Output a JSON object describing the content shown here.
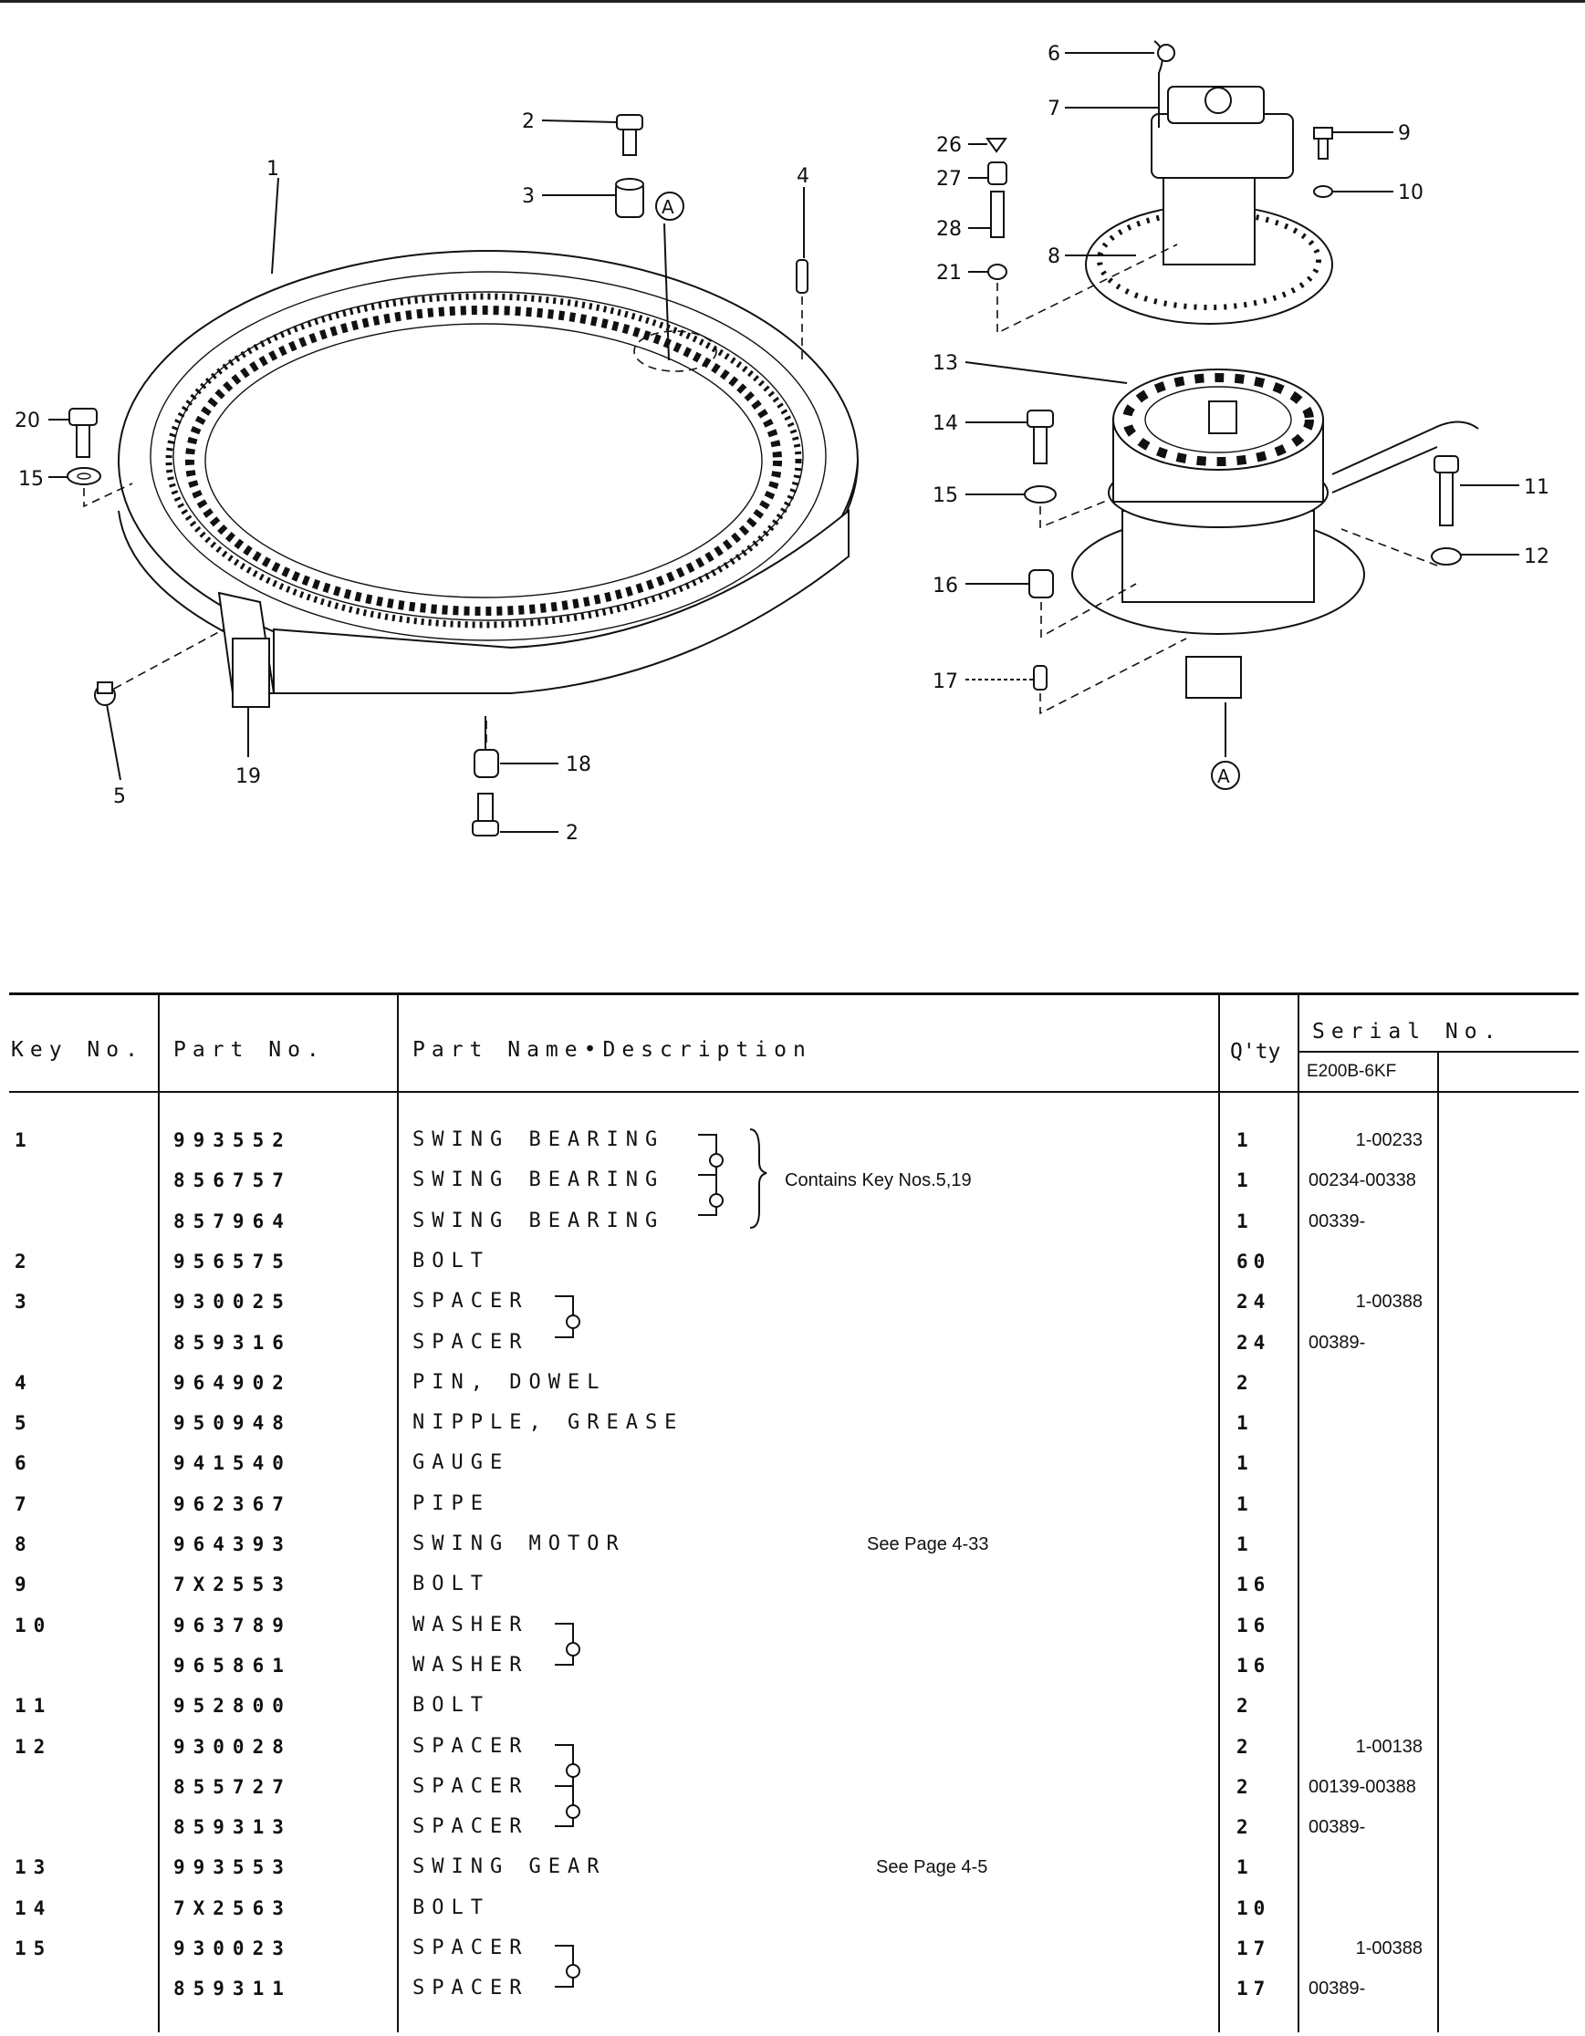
{
  "diagram": {
    "callouts": [
      "1",
      "2",
      "3",
      "4",
      "5",
      "6",
      "7",
      "8",
      "9",
      "10",
      "11",
      "12",
      "13",
      "14",
      "15",
      "16",
      "17",
      "18",
      "19",
      "20",
      "21",
      "26",
      "27",
      "28"
    ],
    "view_marker": "A"
  },
  "table": {
    "headers": {
      "key_no": "Key No.",
      "part_no": "Part No.",
      "description": "Part Name•Description",
      "qty": "Q'ty",
      "serial": "Serial No.",
      "serial_model": "E200B-6KF"
    },
    "rows": [
      {
        "key": "1",
        "part": "993552",
        "name": "SWING BEARING",
        "remark": "Contains Key Nos.5,19",
        "qty": "1",
        "serial": "1-00233"
      },
      {
        "key": "",
        "part": "856757",
        "name": "SWING BEARING",
        "remark": "",
        "qty": "1",
        "serial": "00234-00338"
      },
      {
        "key": "",
        "part": "857964",
        "name": "SWING BEARING",
        "remark": "",
        "qty": "1",
        "serial": "00339-"
      },
      {
        "key": "2",
        "part": "956575",
        "name": "BOLT",
        "remark": "",
        "qty": "60",
        "serial": ""
      },
      {
        "key": "3",
        "part": "930025",
        "name": "SPACER",
        "remark": "",
        "qty": "24",
        "serial": "1-00388"
      },
      {
        "key": "",
        "part": "859316",
        "name": "SPACER",
        "remark": "",
        "qty": "24",
        "serial": "00389-"
      },
      {
        "key": "4",
        "part": "964902",
        "name": "PIN, DOWEL",
        "remark": "",
        "qty": "2",
        "serial": ""
      },
      {
        "key": "5",
        "part": "950948",
        "name": "NIPPLE, GREASE",
        "remark": "",
        "qty": "1",
        "serial": ""
      },
      {
        "key": "6",
        "part": "941540",
        "name": "GAUGE",
        "remark": "",
        "qty": "1",
        "serial": ""
      },
      {
        "key": "7",
        "part": "962367",
        "name": "PIPE",
        "remark": "",
        "qty": "1",
        "serial": ""
      },
      {
        "key": "8",
        "part": "964393",
        "name": "SWING MOTOR",
        "remark": "See Page 4-33",
        "qty": "1",
        "serial": ""
      },
      {
        "key": "9",
        "part": "7X2553",
        "name": "BOLT",
        "remark": "",
        "qty": "16",
        "serial": ""
      },
      {
        "key": "10",
        "part": "963789",
        "name": "WASHER",
        "remark": "",
        "qty": "16",
        "serial": ""
      },
      {
        "key": "",
        "part": "965861",
        "name": "WASHER",
        "remark": "",
        "qty": "16",
        "serial": ""
      },
      {
        "key": "11",
        "part": "952800",
        "name": "BOLT",
        "remark": "",
        "qty": "2",
        "serial": ""
      },
      {
        "key": "12",
        "part": "930028",
        "name": "SPACER",
        "remark": "",
        "qty": "2",
        "serial": "1-00138"
      },
      {
        "key": "",
        "part": "855727",
        "name": "SPACER",
        "remark": "",
        "qty": "2",
        "serial": "00139-00388"
      },
      {
        "key": "",
        "part": "859313",
        "name": "SPACER",
        "remark": "",
        "qty": "2",
        "serial": "00389-"
      },
      {
        "key": "13",
        "part": "993553",
        "name": "SWING GEAR",
        "remark": "See Page 4-5",
        "qty": "1",
        "serial": ""
      },
      {
        "key": "14",
        "part": "7X2563",
        "name": "BOLT",
        "remark": "",
        "qty": "10",
        "serial": ""
      },
      {
        "key": "15",
        "part": "930023",
        "name": "SPACER",
        "remark": "",
        "qty": "17",
        "serial": "1-00388"
      },
      {
        "key": "",
        "part": "859311",
        "name": "SPACER",
        "remark": "",
        "qty": "17",
        "serial": "00389-"
      }
    ]
  }
}
